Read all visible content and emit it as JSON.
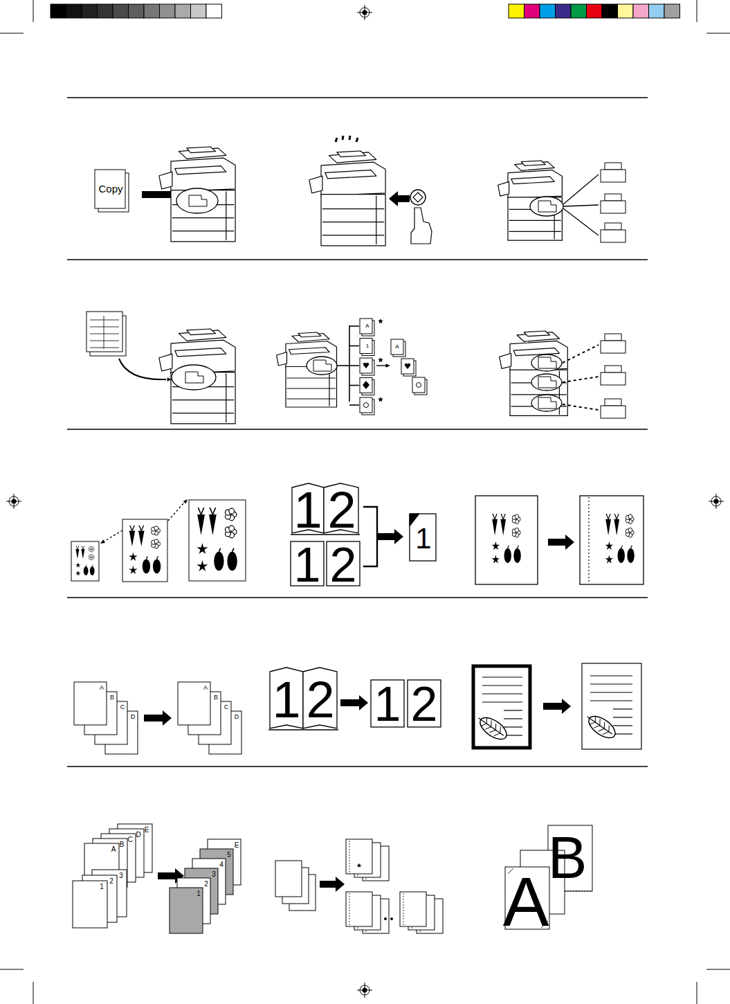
{
  "diagram": {
    "labels": [
      "Copy",
      "A",
      "1",
      "A",
      "1",
      "2",
      "1",
      "2",
      "1",
      "A",
      "B",
      "C",
      "D",
      "A",
      "B",
      "C",
      "D",
      "1",
      "2",
      "1",
      "2",
      "E",
      "D",
      "C",
      "B",
      "A",
      "3",
      "2",
      "1",
      "E",
      "5",
      "4",
      "3",
      "2",
      "1",
      "A",
      "B"
    ]
  }
}
